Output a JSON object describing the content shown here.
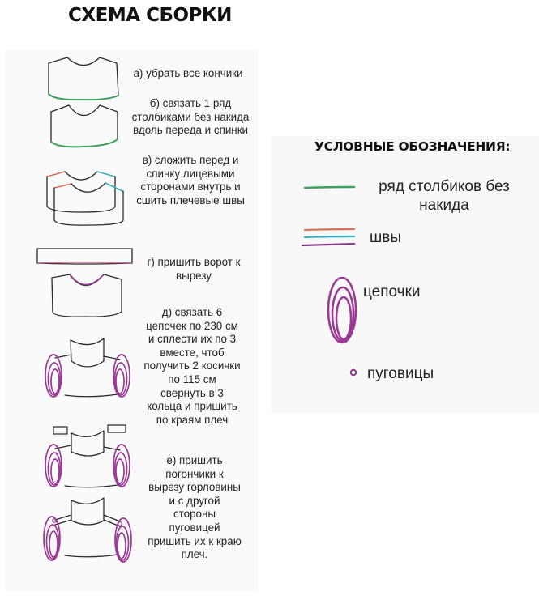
{
  "title": "СХЕМА СБОРКИ",
  "steps": [
    {
      "id": "a",
      "text": "а) убрать все кончики"
    },
    {
      "id": "b",
      "line1": "б) связать 1 ряд",
      "line2": "столбиками без накида",
      "line3": "вдоль переда и спинки"
    },
    {
      "id": "v",
      "line1": "в) сложить перед и",
      "line2": "спинку лицевыми",
      "line3": "сторонами внутрь и",
      "line4": "сшить плечевые швы"
    },
    {
      "id": "g",
      "line1": "г) пришить ворот к",
      "line2": "вырезу"
    },
    {
      "id": "d",
      "line1": "д) связать 6",
      "line2": "цепочек по 230 см",
      "line3": "и сплести их по 3",
      "line4": "вместе, чтоб",
      "line5": "получить 2 косички",
      "line6": "по 115 см",
      "line7": "свернуть в 3",
      "line8": "кольца и пришить",
      "line9": "по краям плеч"
    },
    {
      "id": "e",
      "line1": "е) пришить",
      "line2": "погончики к",
      "line3": "вырезу горловины",
      "line4": "и с другой",
      "line5": "стороны",
      "line6": "пуговицей",
      "line7": "пришить их к краю",
      "line8": "плеч."
    }
  ],
  "legend": {
    "title": "УСЛОВНЫЕ ОБОЗНАЧЕНИЯ:",
    "items": [
      {
        "icon": "green-line-icon",
        "line1": "ряд столбиков без",
        "line2": "накида"
      },
      {
        "icon": "seam-lines-icon",
        "label": "швы"
      },
      {
        "icon": "chain-rings-icon",
        "label": "цепочки"
      },
      {
        "icon": "button-dot-icon",
        "label": "пуговицы"
      }
    ]
  },
  "colors": {
    "outline": "#2a2a2a",
    "single_crochet": "#3aa05a",
    "seam_orange": "#d9705a",
    "seam_cyan": "#3ab0c0",
    "seam_purple": "#8a3a8a",
    "chain": "#9b3a95",
    "button": "#8a3a8a"
  }
}
